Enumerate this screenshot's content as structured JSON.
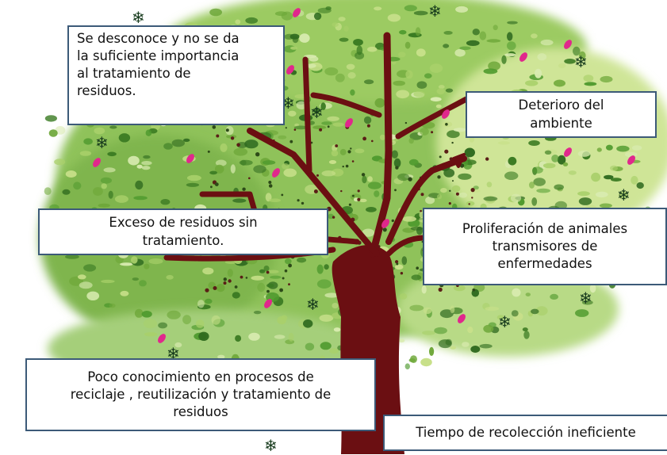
{
  "colors": {
    "trunk": "#6b0f12",
    "foliage_dark": "#3a7a22",
    "foliage_mid": "#6fa83a",
    "foliage_light": "#c8e08a",
    "flower": "#e0288c",
    "box_border": "#3c5a78"
  },
  "decorations": {
    "snowflake_glyph": "❄",
    "icon": "snowflake-icon"
  },
  "boxes": {
    "causa_desconocimiento": {
      "lines": [
        "Se desconoce y no se da",
        "la suficiente importancia",
        "al tratamiento de",
        "residuos."
      ]
    },
    "efecto_deterioro": {
      "lines": [
        "Deterioro del",
        "ambiente"
      ]
    },
    "exceso_residuos": {
      "lines": [
        "Exceso de residuos sin",
        "tratamiento."
      ]
    },
    "efecto_proliferacion": {
      "lines": [
        "Proliferación de animales",
        "transmisores  de",
        "enfermedades"
      ]
    },
    "causa_conocimiento": {
      "lines": [
        "Poco conocimiento en procesos  de",
        "reciclaje , reutilización y tratamiento de",
        "residuos"
      ]
    },
    "causa_recoleccion": {
      "lines": [
        "Tiempo de recolección ineficiente"
      ]
    }
  }
}
